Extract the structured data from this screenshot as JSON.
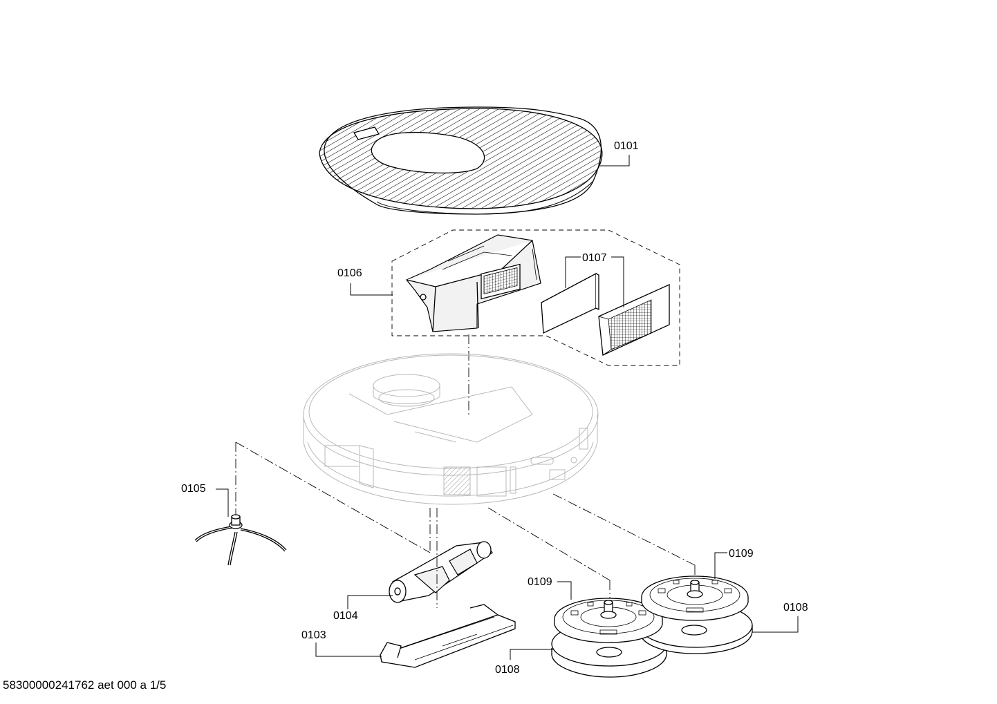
{
  "labels": {
    "p0101": "0101",
    "p0106": "0106",
    "p0107": "0107",
    "p0105": "0105",
    "p0104": "0104",
    "p0103": "0103",
    "p0109a": "0109",
    "p0109b": "0109",
    "p0108a": "0108",
    "p0108b": "0108"
  },
  "footer": "58300000241762 aet 000 a 1/5"
}
